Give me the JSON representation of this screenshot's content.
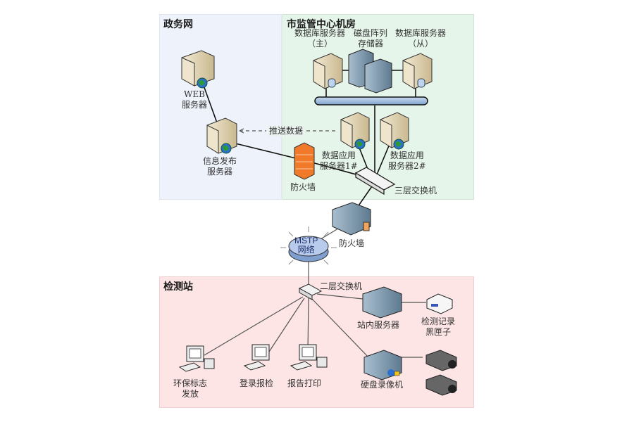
{
  "zones": {
    "gov": {
      "title": "政务网",
      "color": "#eef3fb"
    },
    "center": {
      "title": "市监管中心机房",
      "color": "#e6f5ea"
    },
    "station": {
      "title": "检测站",
      "color": "#fde5e5"
    }
  },
  "devices": {
    "web_server": {
      "line1": "WEB",
      "line2": "服务器"
    },
    "info_server": {
      "line1": "信息发布",
      "line2": "服务器"
    },
    "firewall_gov": {
      "line1": "防火墙"
    },
    "db_master": {
      "line1": "数据库服务器",
      "line2": "（主）"
    },
    "disk_array": {
      "line1": "磁盘阵列",
      "line2": "存储器"
    },
    "db_slave": {
      "line1": "数据库服务器",
      "line2": "（从）"
    },
    "app_server_1": {
      "line1": "数据应用",
      "line2": "服务器1#"
    },
    "app_server_2": {
      "line1": "数据应用",
      "line2": "服务器2#"
    },
    "l3_switch": {
      "line1": "三层交换机"
    },
    "firewall_main": {
      "line1": "防火墙"
    },
    "mstp": {
      "line1": "MSTP",
      "line2": "网络"
    },
    "l2_switch": {
      "line1": "二层交换机"
    },
    "station_server": {
      "line1": "站内服务器"
    },
    "black_box": {
      "line1": "检测记录",
      "line2": "黑匣子"
    },
    "pc_eco": {
      "line1": "环保标志",
      "line2": "发放"
    },
    "pc_register": {
      "line1": "登录报检"
    },
    "pc_report": {
      "line1": "报告打印"
    },
    "nvr": {
      "line1": "硬盘录像机"
    }
  },
  "edges": {
    "push_label": "推送数据"
  }
}
